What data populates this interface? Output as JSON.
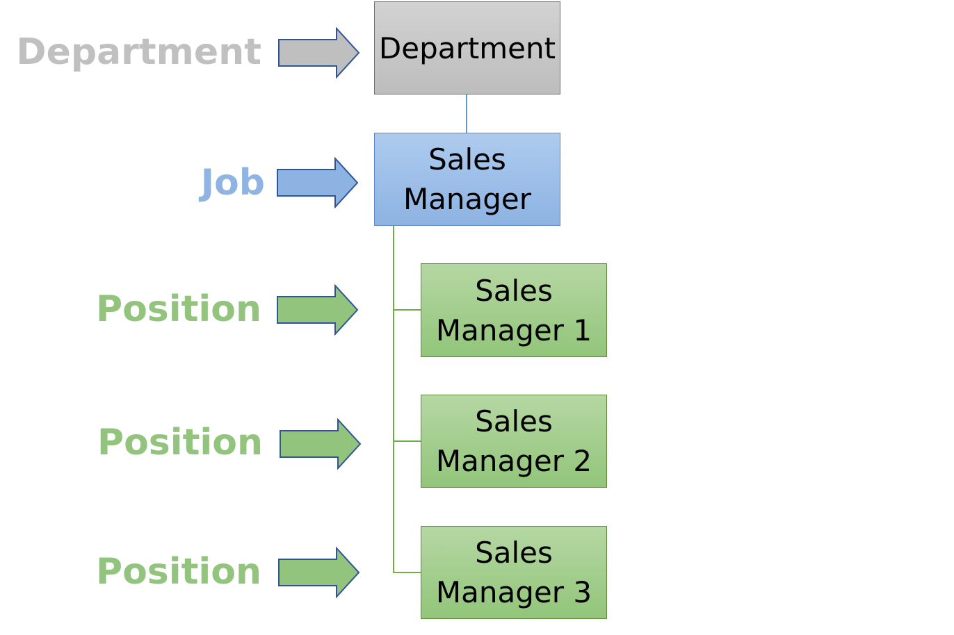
{
  "colors": {
    "department": "#bfbfbf",
    "job": "#8db3e2",
    "position": "#92c47d",
    "arrow_outline": "#2f5597",
    "job_connector": "#5b9bd5",
    "position_connector": "#70ad47"
  },
  "levels": [
    {
      "label": "Department",
      "level": "department"
    },
    {
      "label": "Job",
      "level": "job"
    },
    {
      "label": "Position",
      "level": "position"
    },
    {
      "label": "Position",
      "level": "position"
    },
    {
      "label": "Position",
      "level": "position"
    }
  ],
  "nodes": {
    "department": {
      "line1": "Department"
    },
    "job": {
      "line1": "Sales",
      "line2": "Manager"
    },
    "positions": [
      {
        "line1": "Sales",
        "line2": "Manager 1"
      },
      {
        "line1": "Sales",
        "line2": "Manager 2"
      },
      {
        "line1": "Sales",
        "line2": "Manager 3"
      }
    ]
  }
}
